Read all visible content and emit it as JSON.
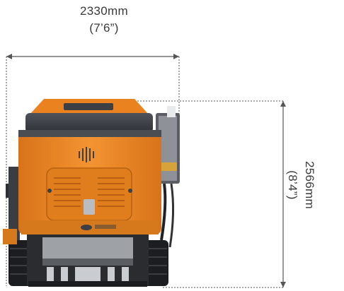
{
  "dimensions": {
    "width": {
      "metric": "2330mm",
      "imperial": "(7’6”)"
    },
    "height": {
      "metric": "2566mm",
      "imperial": "(8’4”)"
    }
  },
  "colors": {
    "body_orange": "#f08a24",
    "body_orange_dark": "#c96a12",
    "dark_grey": "#3c3f44",
    "track_black": "#1c1d20",
    "dimension_line": "#444444"
  }
}
